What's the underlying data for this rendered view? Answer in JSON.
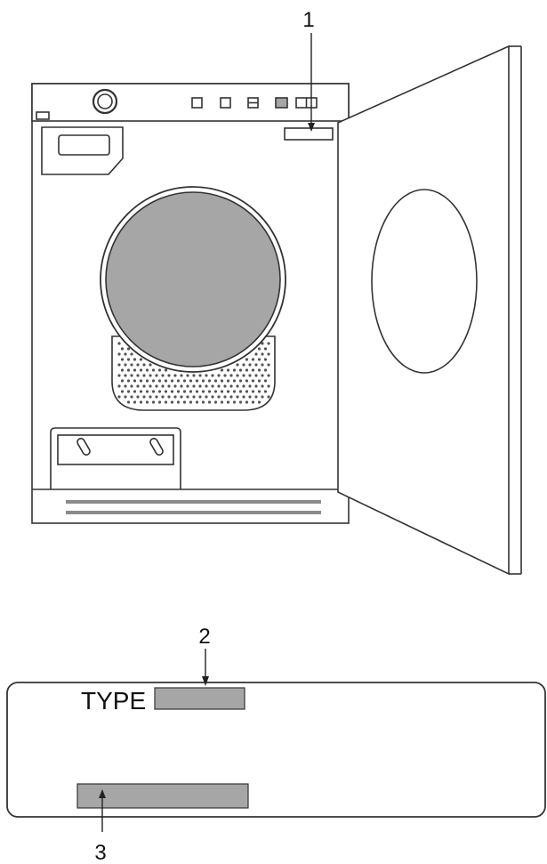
{
  "callouts": {
    "one": "1",
    "two": "2",
    "three": "3"
  },
  "nameplate": {
    "type_label": "TYPE"
  },
  "colors": {
    "outline": "#333333",
    "fill_grey": "#a6a6a6",
    "background": "#ffffff"
  }
}
